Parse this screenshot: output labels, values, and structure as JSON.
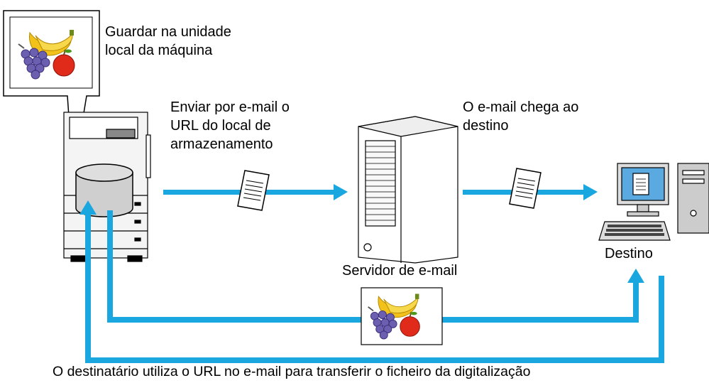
{
  "labels": {
    "save_local": "Guardar na unidade\nlocal da máquina",
    "send_email": "Enviar por e-mail o\nURL do local de\narmazenamento",
    "email_arrives": "O e-mail chega ao\ndestino",
    "mail_server": "Servidor de e-mail",
    "destination": "Destino",
    "recipient_download": "O destinatário utiliza o URL no e-mail para transferir o ficheiro da digitalização"
  },
  "colors": {
    "arrow": "#1aa7e0",
    "outline": "#000000",
    "screen": "#5aa9e0",
    "storage": "#cfcfcf"
  },
  "icons": [
    "mfp-icon",
    "storage-drive-icon",
    "fruit-image-icon",
    "email-document-icon",
    "mail-server-icon",
    "computer-icon"
  ]
}
